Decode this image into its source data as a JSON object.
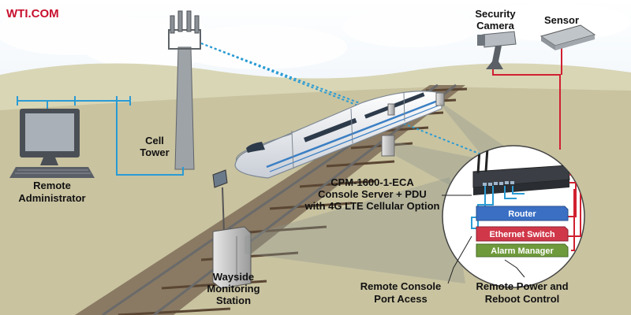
{
  "logo": "WTI.COM",
  "labels": {
    "security_camera": [
      "Security",
      "Camera"
    ],
    "sensor": "Sensor",
    "cell_tower": [
      "Cell",
      "Tower"
    ],
    "remote_admin": [
      "Remote",
      "Administrator"
    ],
    "product": [
      "CPM-1600-1-ECA",
      "Console Server + PDU",
      "with 4G LTE Cellular Option"
    ],
    "wayside": [
      "Wayside",
      "Monitoring",
      "Station"
    ],
    "remote_console": [
      "Remote Console",
      "Port Acess"
    ],
    "remote_power": [
      "Remote Power and",
      "Reboot Control"
    ]
  },
  "devices": {
    "router": "Router",
    "ethernet_switch": "Ethernet Switch",
    "alarm_manager": "Alarm Manager"
  },
  "colors": {
    "logo": "#c8102e",
    "sky": "#d6e7f4",
    "hill": "#d9d6b6",
    "ground": "#c7c09a",
    "network_line": "#2a9bd4",
    "power_line": "#d02030",
    "router": "#3a6fc4",
    "ethernet_switch": "#d0384a",
    "alarm_manager": "#6f9a3c"
  }
}
